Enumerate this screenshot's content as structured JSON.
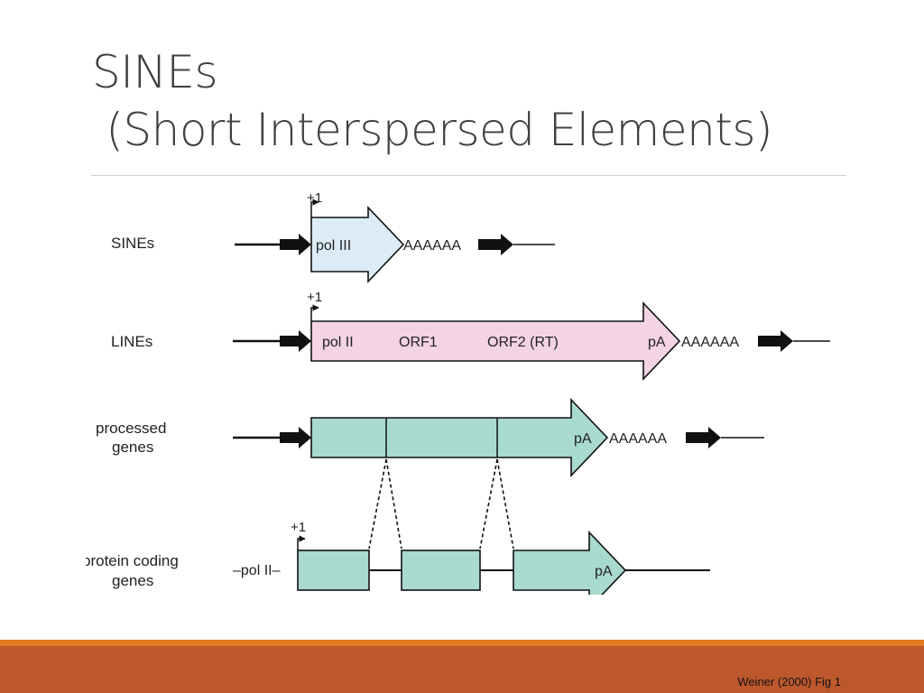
{
  "slide": {
    "title_line1": "SINEs",
    "title_line2": " (Short Interspersed Elements)",
    "citation": "Weiner (2000) Fig 1",
    "accent_colors": {
      "orange": "#e07a1f",
      "rust": "#bd582c"
    }
  },
  "figure": {
    "colors": {
      "sine_box": "#dcecf6",
      "line_box": "#f4d3e5",
      "gene_box": "#a8dacf",
      "stroke": "#111111"
    },
    "rows": {
      "sines": {
        "label": "SINEs",
        "tss": "+1",
        "box_label": "pol III",
        "polya": "AAAAAA"
      },
      "lines": {
        "label": "LINEs",
        "tss": "+1",
        "box_label": "pol II",
        "orf1": "ORF1",
        "orf2": "ORF2 (RT)",
        "pa": "pA",
        "polya": "AAAAAA"
      },
      "processed": {
        "label_line1": "processed",
        "label_line2": "genes",
        "pa": "pA",
        "polya": "AAAAAA"
      },
      "coding": {
        "label_line1": "protein coding",
        "label_line2": "genes",
        "tss": "+1",
        "promoter": "–pol II–",
        "pa": "pA"
      }
    }
  }
}
